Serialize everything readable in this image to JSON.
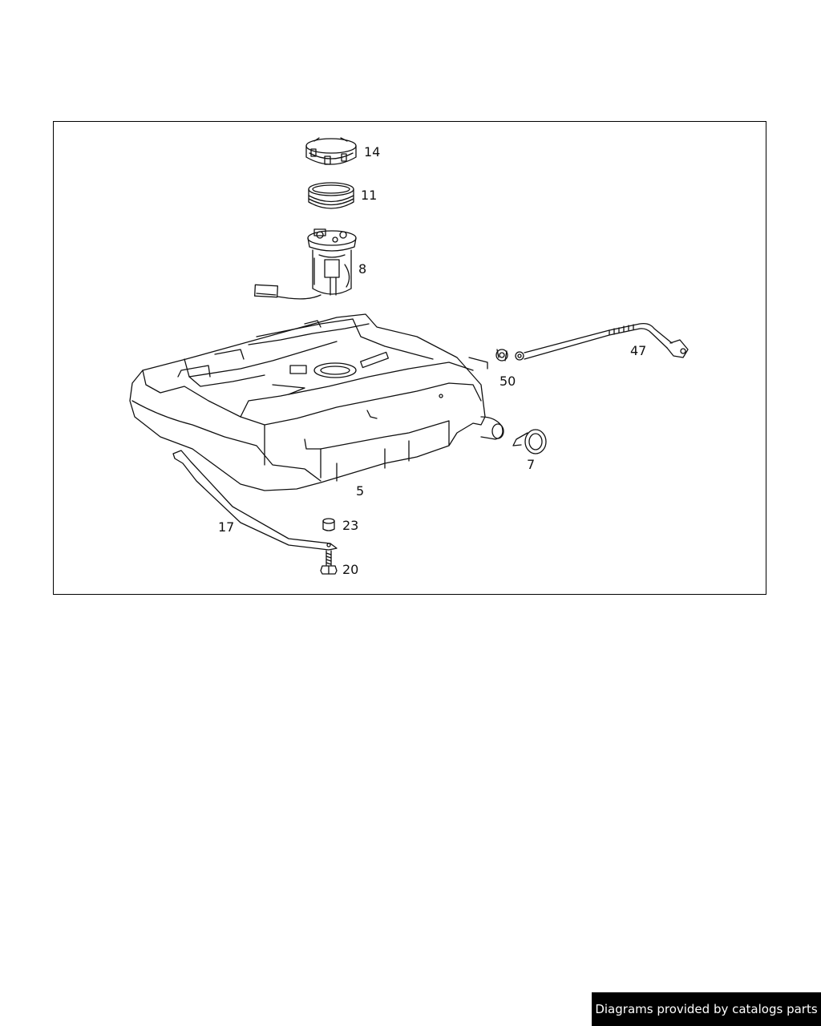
{
  "diagram": {
    "part_labels": {
      "p14": "14",
      "p11": "11",
      "p8": "8",
      "p47": "47",
      "p50": "50",
      "p7": "7",
      "p5": "5",
      "p17": "17",
      "p23": "23",
      "p20": "20"
    }
  },
  "footer": {
    "text": "Diagrams provided by catalogs parts"
  }
}
